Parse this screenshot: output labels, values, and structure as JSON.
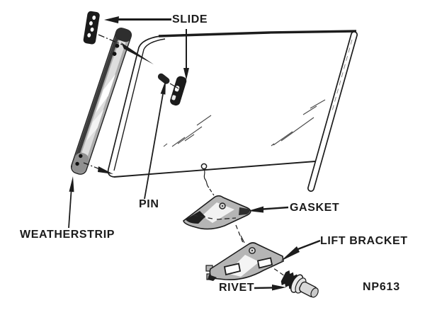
{
  "figure": {
    "labels": {
      "slide": "SLIDE",
      "pin": "PIN",
      "weatherstrip": "WEATHERSTRIP",
      "gasket": "GASKET",
      "lift_bracket": "LIFT BRACKET",
      "rivet": "RIVET"
    },
    "figure_number": "NP613",
    "colors": {
      "line": "#1c1c1c",
      "background": "#ffffff",
      "metal_fill": "#b5b5b5",
      "dark_part_fill": "#1b1b1b"
    }
  }
}
